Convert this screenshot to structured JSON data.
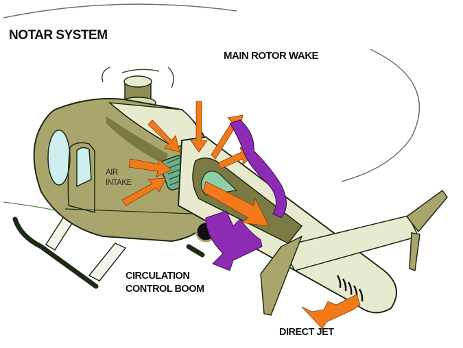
{
  "diagram": {
    "title": "NOTAR SYSTEM",
    "labels": {
      "main_rotor_wake": "MAIN ROTOR WAKE",
      "air_intake": "AIR\nINTAKE",
      "circulation_control_boom": "CIRCULATION\nCONTROL BOOM",
      "direct_jet": "DIRECT JET"
    },
    "colors": {
      "fuselage": "#a9a56c",
      "fuselage_dark": "#7c7a44",
      "boom_light": "#e8ead0",
      "window": "#cfeef0",
      "fan": "#6fae8a",
      "airflow_arrow": "#f27a1a",
      "wake_arrow": "#8e2bb5",
      "outline": "#1d2a14",
      "wake_line": "#5a7a5a"
    }
  }
}
